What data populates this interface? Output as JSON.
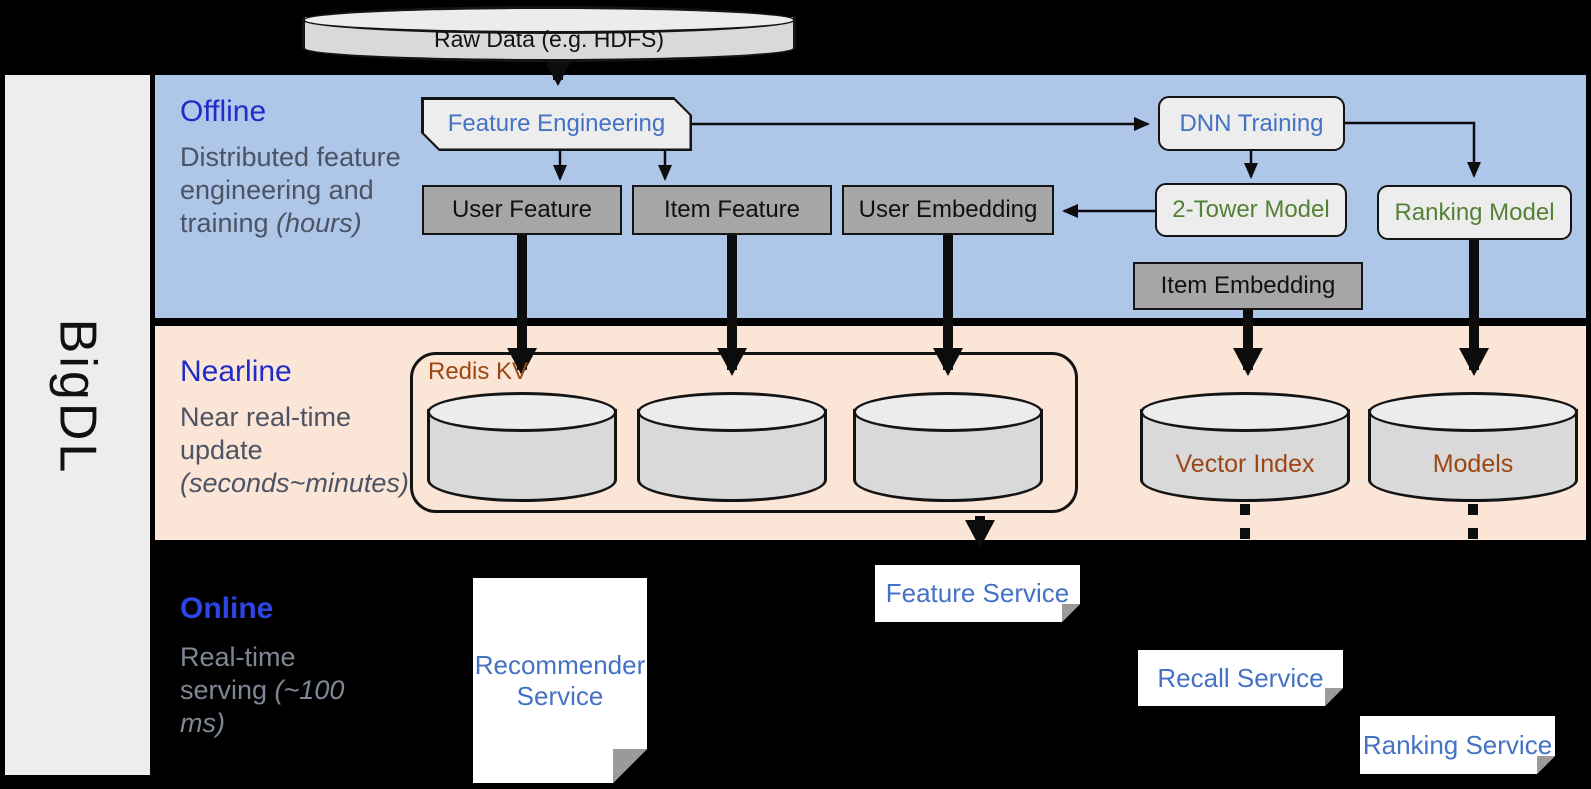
{
  "brand": {
    "label": "BigDL"
  },
  "raw_data": {
    "label": "Raw Data (e.g. HDFS)"
  },
  "sections": {
    "offline": {
      "title": "Offline",
      "subtitle": "Distributed feature engineering and training ",
      "subtitle_italic": "(hours)"
    },
    "nearline": {
      "title": "Nearline",
      "subtitle": "Near real-time update ",
      "subtitle_italic": "(seconds~minutes)"
    },
    "online": {
      "title": "Online",
      "subtitle": "Real-time serving ",
      "subtitle_italic": "(~100 ms)"
    }
  },
  "offline_nodes": {
    "feature_engineering": "Feature Engineering",
    "dnn_training": "DNN Training",
    "user_feature": "User Feature",
    "item_feature": "Item Feature",
    "user_embedding": "User Embedding",
    "two_tower_model": "2-Tower Model",
    "ranking_model": "Ranking Model",
    "item_embedding": "Item Embedding"
  },
  "nearline_nodes": {
    "redis_kv": "Redis KV",
    "vector_index": "Vector Index",
    "models": "Models"
  },
  "online_nodes": {
    "recommender_service": "Recommender Service",
    "feature_service": "Feature Service",
    "recall_service": "Recall Service",
    "ranking_service": "Ranking Service"
  },
  "colors": {
    "offline_band": "#aec6e8",
    "nearline_band": "#fbe5d6",
    "online_background": "#000000",
    "section_title_blue": "#1f2cc8",
    "node_text_blue": "#4472c4",
    "node_text_green": "#548235",
    "storage_text_brown": "#9c4715",
    "gray_box": "#a6a6a6"
  }
}
